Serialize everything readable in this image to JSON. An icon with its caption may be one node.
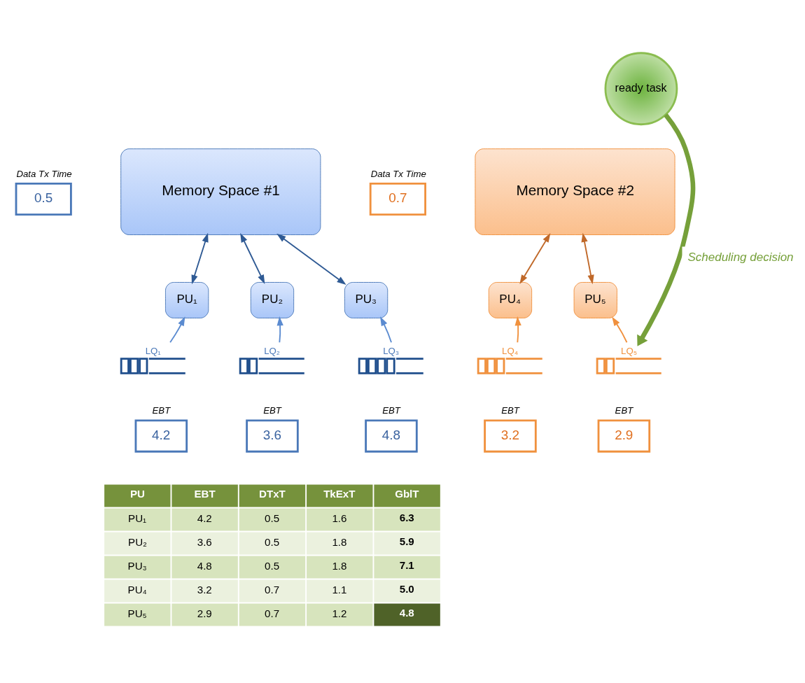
{
  "diagram": {
    "nodes": [
      {
        "text": [
          "ready task"
        ]
      },
      {
        "text": [
          "Memory Space #1"
        ]
      },
      {
        "text": [
          "Data Tx Time",
          "0.5"
        ]
      },
      {
        "text": [
          "PU₁"
        ]
      },
      {
        "text": [
          "PU₂"
        ]
      },
      {
        "text": [
          "PU₃"
        ]
      },
      {
        "text": [
          "LQ₁"
        ]
      },
      {
        "text": [
          "LQ₂"
        ]
      },
      {
        "text": [
          "LQ₃"
        ]
      },
      {
        "text": [
          "EBT",
          "4.2"
        ]
      },
      {
        "text": [
          "EBT",
          "3.6"
        ]
      },
      {
        "text": [
          "EBT",
          "4.8"
        ]
      },
      {
        "text": [
          "Memory Space #2"
        ]
      },
      {
        "text": [
          "Data Tx Time",
          "0.7"
        ]
      },
      {
        "text": [
          "PU₄"
        ]
      },
      {
        "text": [
          "PU₅"
        ]
      },
      {
        "text": [
          "LQ₄"
        ]
      },
      {
        "text": [
          "LQ₅"
        ]
      },
      {
        "text": [
          "EBT",
          "3.2"
        ]
      },
      {
        "text": [
          "EBT",
          "2.9"
        ]
      }
    ],
    "edges": [
      {
        "from": 1,
        "to": 3,
        "arrow": "both"
      },
      {
        "from": 1,
        "to": 4,
        "arrow": "both"
      },
      {
        "from": 1,
        "to": 5,
        "arrow": "both"
      },
      {
        "from": 6,
        "to": 3,
        "arrow": "to",
        "color": "#5b8bd0"
      },
      {
        "from": 7,
        "to": 4,
        "arrow": "to",
        "color": "#5b8bd0"
      },
      {
        "from": 8,
        "to": 5,
        "arrow": "to",
        "color": "#5b8bd0"
      },
      {
        "from": 12,
        "to": 14,
        "arrow": "both",
        "color": "#c0692a"
      },
      {
        "from": 12,
        "to": 15,
        "arrow": "both",
        "color": "#c0692a"
      },
      {
        "from": 16,
        "to": 14,
        "arrow": "to",
        "color": "#f0913e"
      },
      {
        "from": 17,
        "to": 15,
        "arrow": "to",
        "color": "#f0913e"
      },
      {
        "from": 0,
        "to": 17,
        "arrow": "to",
        "label": "Scheduling decision",
        "style": "thick",
        "color": "#76a03a"
      }
    ],
    "labels": [
      "PU",
      "EBT",
      "DTxT",
      "TkExT",
      "GblT",
      "PU₁",
      "4.2",
      "0.5",
      "1.6",
      "6.3",
      "PU₂",
      "3.6",
      "0.5",
      "1.8",
      "5.9",
      "PU₃",
      "4.8",
      "0.5",
      "1.8",
      "7.1",
      "PU₄",
      "3.2",
      "0.7",
      "1.1",
      "5.0",
      "PU₅",
      "2.9",
      "0.7",
      "1.2",
      "4.8"
    ]
  }
}
